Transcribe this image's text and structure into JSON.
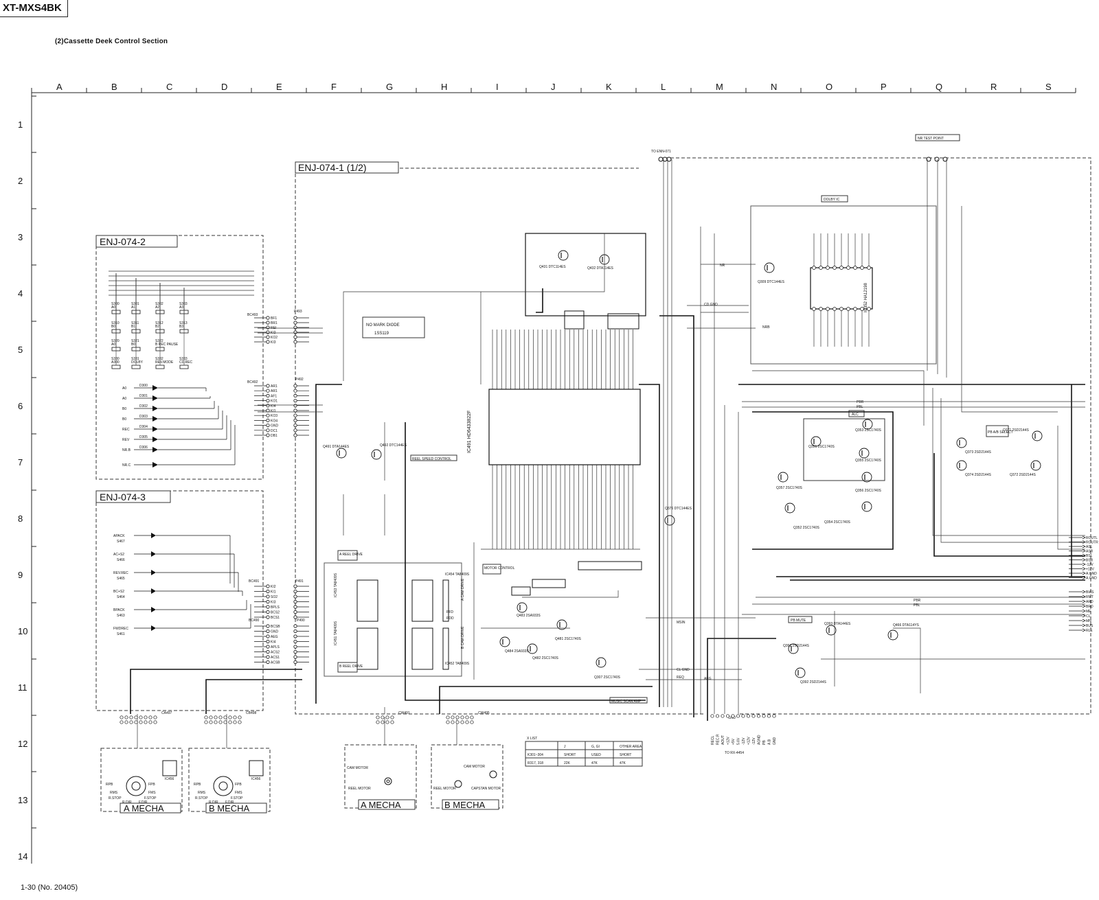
{
  "header": {
    "model": "XT-MXS4BK",
    "section_title": "(2)Cassette Deek Control Section",
    "page_number": "1-30 (No. 20405)"
  },
  "grid": {
    "columns": [
      "A",
      "B",
      "C",
      "D",
      "E",
      "F",
      "G",
      "H",
      "I",
      "J",
      "K",
      "L",
      "M",
      "N",
      "O",
      "P",
      "Q",
      "R",
      "S"
    ],
    "rows": [
      "1",
      "2",
      "3",
      "4",
      "5",
      "6",
      "7",
      "8",
      "9",
      "10",
      "11",
      "12",
      "13",
      "14"
    ]
  },
  "boards": {
    "main": "ENJ-074-1 (1/2)",
    "board2": "ENJ-074-2",
    "board3": "ENJ-074-3",
    "a_mecha_left": "A MECHA",
    "b_mecha_left": "B MECHA",
    "a_mecha_right": "A MECHA",
    "b_mecha_right": "B MECHA"
  },
  "annotations": {
    "nr_test_point": "NR TEST POINT",
    "dolby_ic": "DOLBY IC",
    "alc": "ALC",
    "pb_ab_select": "PB A/B SELECT",
    "pb_mute": "PB MUTE",
    "reel_speed_control": "REEL SPEED CONTROL",
    "motor_control": "MOTOR CONTROL",
    "music_scan_amp": "MUSIC SCAN AMP",
    "a_reel_drive": "A REEL DRIVE",
    "b_reel_drive": "B REEL DRIVE",
    "a_cam_drive": "A CAM DRIVE",
    "b_cam_drive": "B CAM DRIVE",
    "no_mark_diode": "NO MARK DIODE",
    "diode_type": "1SS119",
    "to_enn": "TO ENN-071",
    "to_rx": "TO RX-4454"
  },
  "components": {
    "ic491": "IC491 HD6433822F",
    "ic352": "IC352 HA12198",
    "ic453": "IC453 TA8409S",
    "ic451": "IC451 TA8409S",
    "ic454": "IC454 TA8409S",
    "ic452": "IC452 TA8409S",
    "ic456a": "IC456",
    "ic456b": "IC456",
    "q309": "Q309 DTC144ES",
    "q431": "Q431 DTC114ES",
    "q432": "Q432 DTA114ES",
    "q491": "Q491 DTA144ES",
    "q492": "Q492 DTC144ES",
    "q351": "Q351 2SC1740S",
    "q353": "Q353 2SC1740S",
    "q355": "Q355 2SC1740S",
    "q356": "Q356 2SC1740S",
    "q357": "Q357 2SC1740S",
    "q352": "Q352 2SC1740S",
    "q354": "Q354 2SC1740S",
    "q371": "Q371 2SD2144S",
    "q373": "Q373 2SD2144S",
    "q374": "Q374 2SD2144S",
    "q372": "Q372 2SD2144S",
    "q376": "Q376 DTC144ES",
    "q483": "Q483 2SA933S",
    "q481": "Q481 2SC1740S",
    "q484": "Q484 2SA933S",
    "q482": "Q482 2SC1740S",
    "q307": "Q307 2SC1740S",
    "q393": "Q393 DTA144ES",
    "q391": "Q391 2SD2144S",
    "q392": "Q392 2SD2144S",
    "q466": "Q466 DTA114YS"
  },
  "switches_board2": [
    "S300 A0",
    "S301 A1",
    "S302 A2",
    "S303 A3",
    "S310 B0",
    "S311 B1",
    "S312 B2",
    "S313 B3",
    "S320 A0",
    "S321 B0",
    "S322 B REC PAUSE",
    "S330 A300",
    "S331 DOLBY",
    "S332 REV.MODE",
    "S333 CD.REC"
  ],
  "leds_board2": [
    "A0",
    "A0",
    "B0",
    "B0",
    "REC",
    "REV",
    "NR.B",
    "NR.C"
  ],
  "leds_refs": [
    "D300",
    "D301",
    "D302",
    "D303",
    "D304",
    "D305",
    "D306"
  ],
  "switches_board3": [
    "APACK S467",
    "AC+S2 S466",
    "REV.REC S465",
    "BC+S2 S464",
    "BPACK S463",
    "FWDREC S461"
  ],
  "connectors": {
    "bc493": "BC493",
    "p493": "P493",
    "bc492": "BC492",
    "p492": "P492",
    "bc491": "BC491",
    "p491": "P491",
    "bc490": "BC490",
    "p490": "P490",
    "cw491": "CW491",
    "cw495": "CW495",
    "ca497": "CA497",
    "cb498": "CB498",
    "cw301": "CW301",
    "cw302": "CW302",
    "cw311": "CW311"
  },
  "bc493_pins": [
    "BF1",
    "BR1",
    "REI",
    "KI2",
    "KO2",
    "KI3"
  ],
  "bc492_pins": [
    "AR1",
    "AR1",
    "AF1",
    "KO1",
    "KI4",
    "KI1",
    "KO3",
    "KO4",
    "GND",
    "DC1",
    "DB1"
  ],
  "bc491_pins": [
    "KI2",
    "KI1",
    "SO2",
    "KI3",
    "BPLS",
    "BCS2",
    "BCS1"
  ],
  "bc490_pins": [
    "BCSB",
    "GND",
    "AEG",
    "KI4",
    "APLS",
    "ACS2",
    "ACS1",
    "ACSB"
  ],
  "right_outputs": [
    "ROUTL",
    "ROUTR",
    "ASL",
    "ASR",
    "BSL",
    "BSR",
    "-12V",
    "+12V",
    "A.GND",
    "A.GND"
  ],
  "right_outputs_lower": [
    "BIAS",
    "RMT",
    "ARD",
    "BRD",
    "ME",
    "CL",
    "MN",
    "BUS",
    "RLE"
  ],
  "bottom_connector_pins": [
    "RECL",
    "REC.R",
    "AOUT",
    "+12V",
    "+5V",
    "5.6V",
    "-12V",
    "+12V",
    "-12V",
    "AGND",
    "PB",
    "A.B",
    "GND"
  ],
  "x_list": {
    "title": "X LIST",
    "headers": [
      "",
      "J",
      "G, GI",
      "OTHER AREA"
    ],
    "rows": [
      [
        "K301~304",
        "SHORT",
        "USED",
        "SHORT"
      ],
      [
        "R317, 318",
        "22K",
        "47K",
        "47K"
      ]
    ]
  },
  "mecha_labels": {
    "rpb": "RPB",
    "rms": "RMS",
    "fpb": "FPB",
    "fms": "FMS",
    "r_stop": "R.STOP",
    "f_stop": "F.STOP",
    "r_dir": "R.DIR",
    "f_dir": "F.DIR",
    "cam_motor": "CAM MOTOR",
    "reel_motor": "REEL MOTOR",
    "capstan_motor": "CAPSTAN MOTOR"
  },
  "signal_labels": [
    "NR",
    "CD GND",
    "NRB",
    "PBR",
    "PBL",
    "PBR",
    "PBL",
    "MSIN",
    "CL GND",
    "REQ",
    "AEG",
    "PFD",
    "PDD",
    "GND"
  ]
}
